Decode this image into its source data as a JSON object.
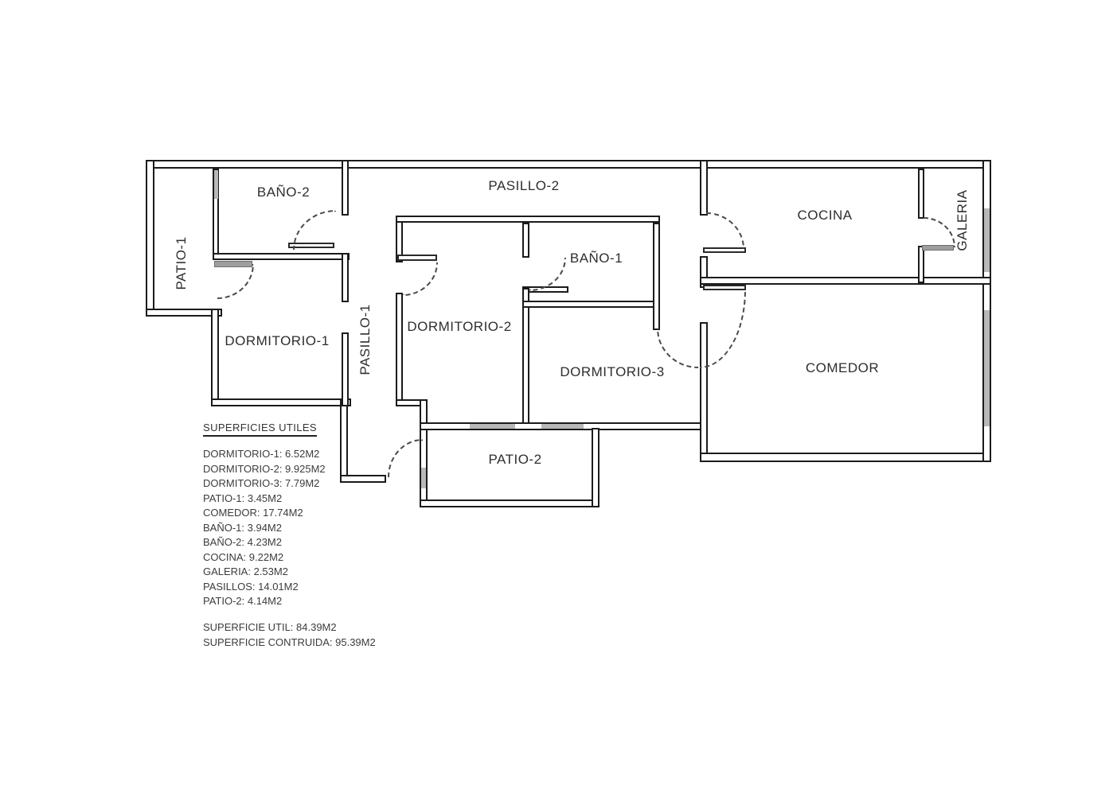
{
  "plan": {
    "rooms": {
      "patio1": "PATIO-1",
      "bano2": "BAÑO-2",
      "pasillo2": "PASILLO-2",
      "cocina": "COCINA",
      "galeria": "GALERIA",
      "dormitorio1": "DORMITORIO-1",
      "pasillo1": "PASILLO-1",
      "dormitorio2": "DORMITORIO-2",
      "bano1": "BAÑO-1",
      "dormitorio3": "DORMITORIO-3",
      "comedor": "COMEDOR",
      "patio2": "PATIO-2"
    }
  },
  "legend": {
    "title": "SUPERFICIES UTILES",
    "items": [
      "DORMITORIO-1: 6.52M2",
      "DORMITORIO-2: 9.925M2",
      "DORMITORIO-3: 7.79M2",
      "PATIO-1: 3.45M2",
      "COMEDOR: 17.74M2",
      "BAÑO-1: 3.94M2",
      "BAÑO-2: 4.23M2",
      "COCINA: 9.22M2",
      "GALERIA: 2.53M2",
      "PASILLOS: 14.01M2",
      "PATIO-2: 4.14M2"
    ],
    "totals": [
      "SUPERFICIE UTIL: 84.39M2",
      "SUPERFICIE CONTRUIDA: 95.39M2"
    ]
  },
  "colors": {
    "wall_line": "#1b1b1b",
    "window_fill": "#b8b8b8",
    "door_arc": "#4a4a4a",
    "text": "#2e2e2e"
  }
}
